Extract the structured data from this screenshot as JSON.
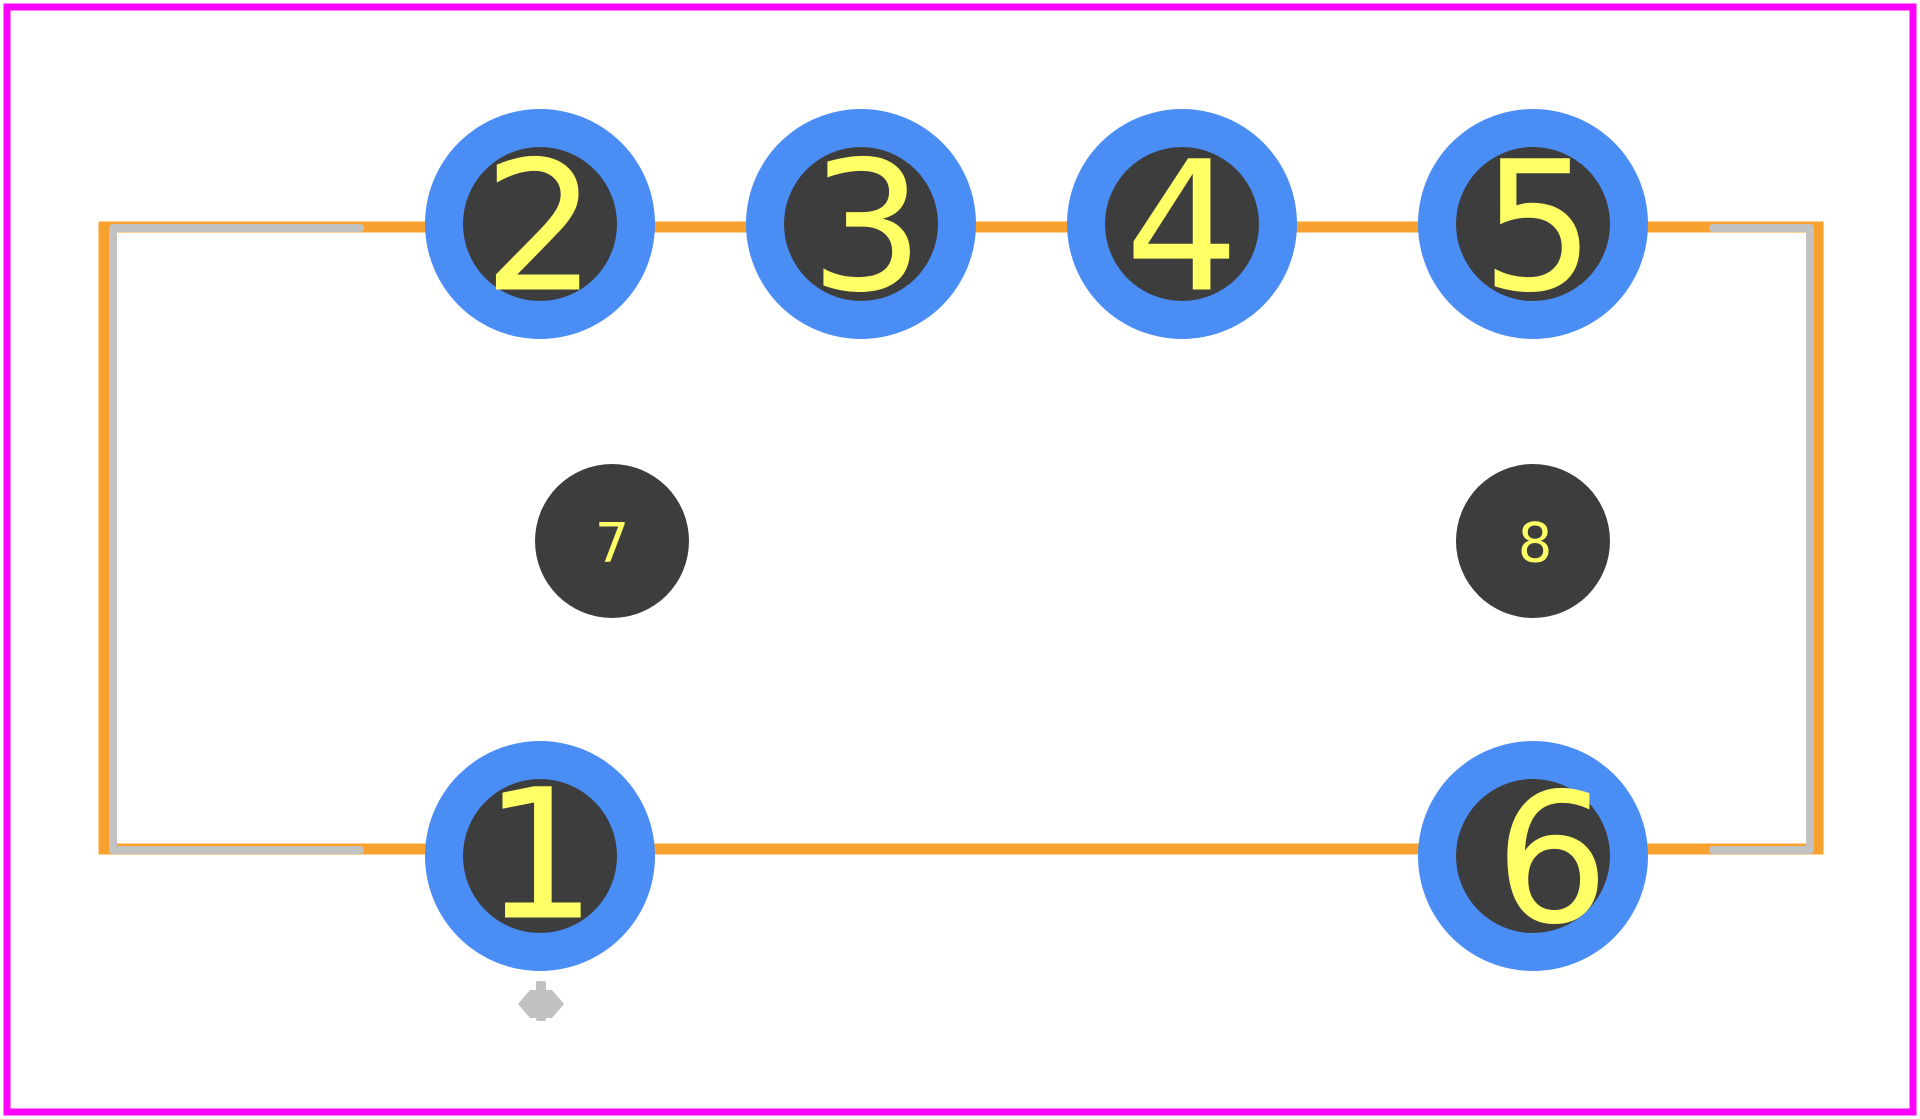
{
  "colors": {
    "background": "#ffffff",
    "courtyard": "#ff00ff",
    "fab_outline": "#f9a12e",
    "silkscreen": "#c2c2c2",
    "pad_copper": "#4a8ef5",
    "drill_hole": "#3d3d3d",
    "pad_label": "#ffff66"
  },
  "pads": [
    {
      "id": "1",
      "label": "1",
      "plated": true
    },
    {
      "id": "2",
      "label": "2",
      "plated": true
    },
    {
      "id": "3",
      "label": "3",
      "plated": true
    },
    {
      "id": "4",
      "label": "4",
      "plated": true
    },
    {
      "id": "5",
      "label": "5",
      "plated": true
    },
    {
      "id": "6",
      "label": "6",
      "plated": true
    },
    {
      "id": "7",
      "label": "7",
      "plated": false
    },
    {
      "id": "8",
      "label": "8",
      "plated": false
    }
  ]
}
